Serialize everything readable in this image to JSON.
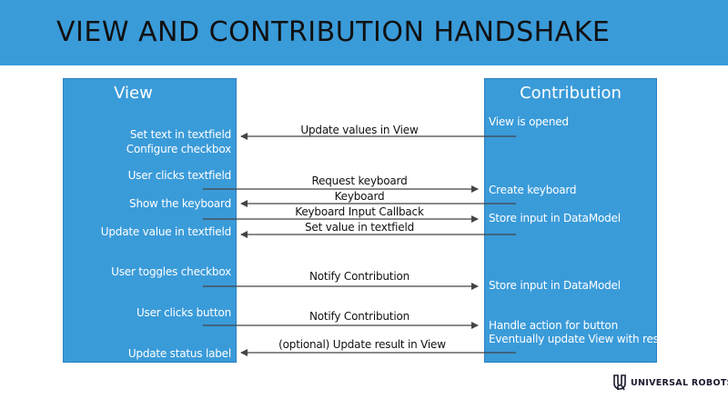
{
  "title": "VIEW AND CONTRIBUTION HANDSHAKE",
  "view_lane": {
    "title": "View",
    "labels": [
      "Set text in textfield",
      "Configure checkbox",
      "User clicks textfield",
      "Show the keyboard",
      "Update value in textfield",
      "User toggles checkbox",
      "User clicks button",
      "Update status label"
    ]
  },
  "contribution_lane": {
    "title": "Contribution",
    "labels": [
      "View is opened",
      "Create keyboard",
      "Store input in DataModel",
      "Store input in DataModel",
      "Handle action for button",
      "Eventually update View with result"
    ]
  },
  "messages": [
    "Update values in View",
    "Request keyboard",
    "Keyboard",
    "Keyboard Input Callback",
    "Set value in textfield",
    "Notify Contribution",
    "Notify Contribution",
    "(optional) Update result in View"
  ],
  "logo": {
    "text": "UNIVERSAL ROBOTS"
  },
  "colors": {
    "title_bar": "#3a9bd9",
    "lane": "#3a9bd9",
    "arrow": "#555555"
  }
}
